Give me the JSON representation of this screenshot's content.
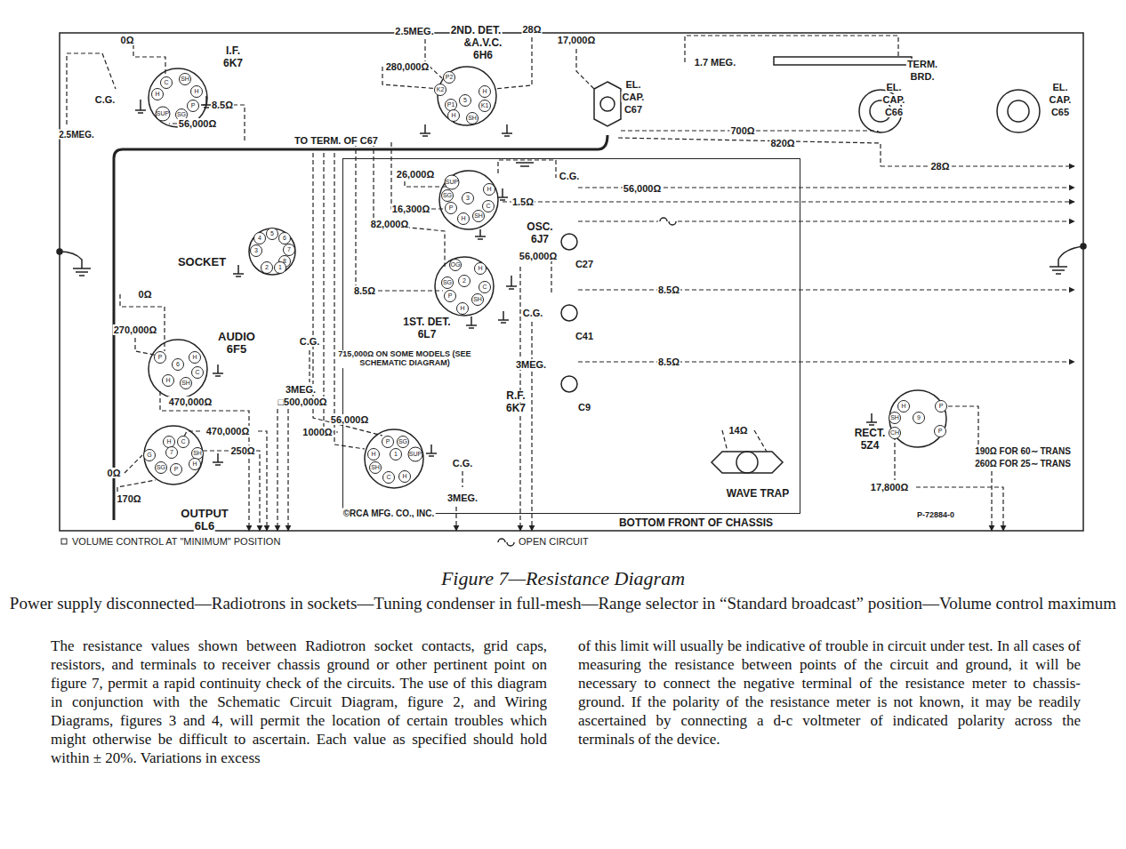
{
  "diagram": {
    "title": "Figure 7—Resistance Diagram",
    "caption": "Power supply disconnected—Radiotrons in sockets—Tuning condenser in full-mesh—Range selector in “Standard broadcast” position—Volume control maximum",
    "nodes": [
      {
        "text": [
          "BOTTOM FRONT OF CHASSIS"
        ]
      }
    ],
    "labels": [
      "0Ω",
      "I.F.",
      "6K7",
      "C.G.",
      "C",
      "SH",
      "H",
      "H",
      "P",
      "SUP",
      "SG",
      "8.5Ω",
      "56,000Ω",
      "2.5MEG.",
      "2.5MEG.",
      "2ND. DET.",
      "&A.V.C.",
      "6H6",
      "28Ω",
      "280,000Ω",
      "P2",
      "K2",
      "H",
      "5",
      "P1",
      "K1",
      "H",
      "SH",
      "17,000Ω",
      "EL.",
      "CAP.",
      "C67",
      "1.7 MEG.",
      "TERM.",
      "BRD.",
      "EL.",
      "CAP.",
      "C66",
      "EL.",
      "CAP.",
      "C65",
      "700Ω",
      "820Ω",
      "28Ω",
      "TO TERM. OF C67",
      "26,000Ω",
      "C.G.",
      "56,000Ω",
      "1.5Ω",
      "16,300Ω",
      "82,000Ω",
      "SUP",
      "SG",
      "H",
      "3",
      "C",
      "P",
      "SH",
      "H",
      "OSC.",
      "6J7",
      "56,000Ω",
      "C27",
      "SOCKET",
      "4",
      "5",
      "6",
      "3",
      "7",
      "8",
      "2",
      "1",
      "0Ω",
      "270,000Ω",
      "AUDIO",
      "6F5",
      "P",
      "H",
      "6",
      "C",
      "H",
      "SH",
      "470,000Ω",
      "OG",
      "H",
      "SG",
      "2",
      "C",
      "P",
      "SH",
      "H",
      "8.5Ω",
      "1ST. DET.",
      "6L7",
      "C.G.",
      "8.5Ω",
      "C41",
      "715,000Ω ON SOME MODELS (SEE SCHEMATIC DIAGRAM)",
      "C.G.",
      "3MEG.",
      "□500,000Ω",
      "3MEG.",
      "8.5Ω",
      "C9",
      "R.F.",
      "6K7",
      "56,000Ω",
      "1000Ω",
      "P",
      "SG",
      "SUP",
      "H",
      "1",
      "SH",
      "C",
      "H",
      "C.G.",
      "3MEG.",
      "470,000Ω",
      "H",
      "C",
      "SH",
      "G",
      "7",
      "SG",
      "P",
      "H",
      "250Ω",
      "0Ω",
      "170Ω",
      "OUTPUT",
      "6L6",
      "14Ω",
      "WAVE TRAP",
      "RECT.",
      "5Z4",
      "H",
      "SH",
      "9",
      "P",
      "CH",
      "P",
      "190Ω FOR 60∼ TRANS",
      "260Ω FOR 25∼ TRANS",
      "17,800Ω",
      "©RCA MFG. CO., INC.",
      "P-72884-0",
      "The resistance values shown between Radiotron socket contacts, grid caps, resistors, and terminals to receiver chassis ground or other pertinent point on figure 7, permit a rapid continuity check of the circuits. The use of this diagram in conjunction with the Schematic Circuit Diagram, figure 2, and Wiring Diagrams, figures 3 and 4, will permit the location of certain troubles which might otherwise be difficult to ascertain. Each value as specified should hold within ± 20%. Variations in excess",
      "of this limit will usually be indicative of trouble in circuit under test. In all cases of measuring the resistance between points of the circuit and ground, it will be necessary to connect the negative terminal of the resistance meter to chassis-ground. If the polarity of the resistance meter is not known, it may be readily ascertained by connecting a d-c voltmeter of indicated polarity across the terminals of the device."
    ],
    "legend": [
      {
        "text": "VOLUME CONTROL AT \"MINIMUM\" POSITION"
      },
      {
        "text": "OPEN CIRCUIT"
      }
    ]
  }
}
